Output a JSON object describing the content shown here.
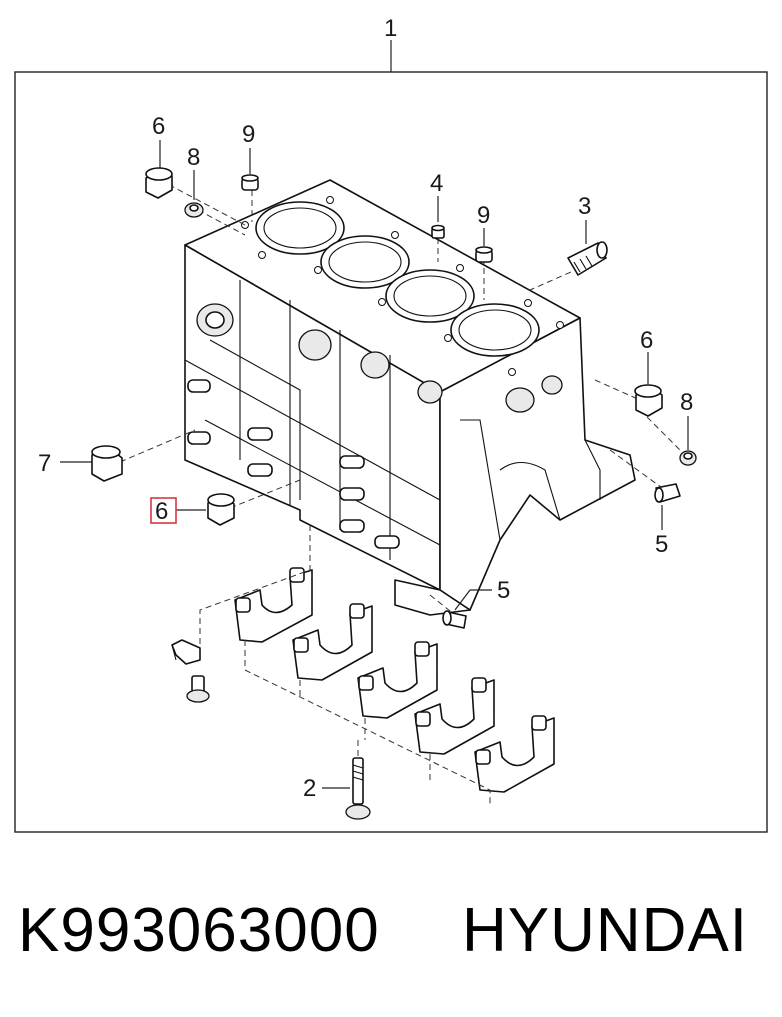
{
  "callouts": {
    "c1": "1",
    "c6a": "6",
    "c8a": "8",
    "c9a": "9",
    "c4": "4",
    "c9b": "9",
    "c3": "3",
    "c6b": "6",
    "c8b": "8",
    "c7": "7",
    "c6c": "6",
    "c5a": "5",
    "c5b": "5",
    "c2": "2"
  },
  "footer": {
    "part_number": "K993063000",
    "brand": "HYUNDAI"
  },
  "colors": {
    "highlight": "#d8363f",
    "line": "#111111"
  }
}
